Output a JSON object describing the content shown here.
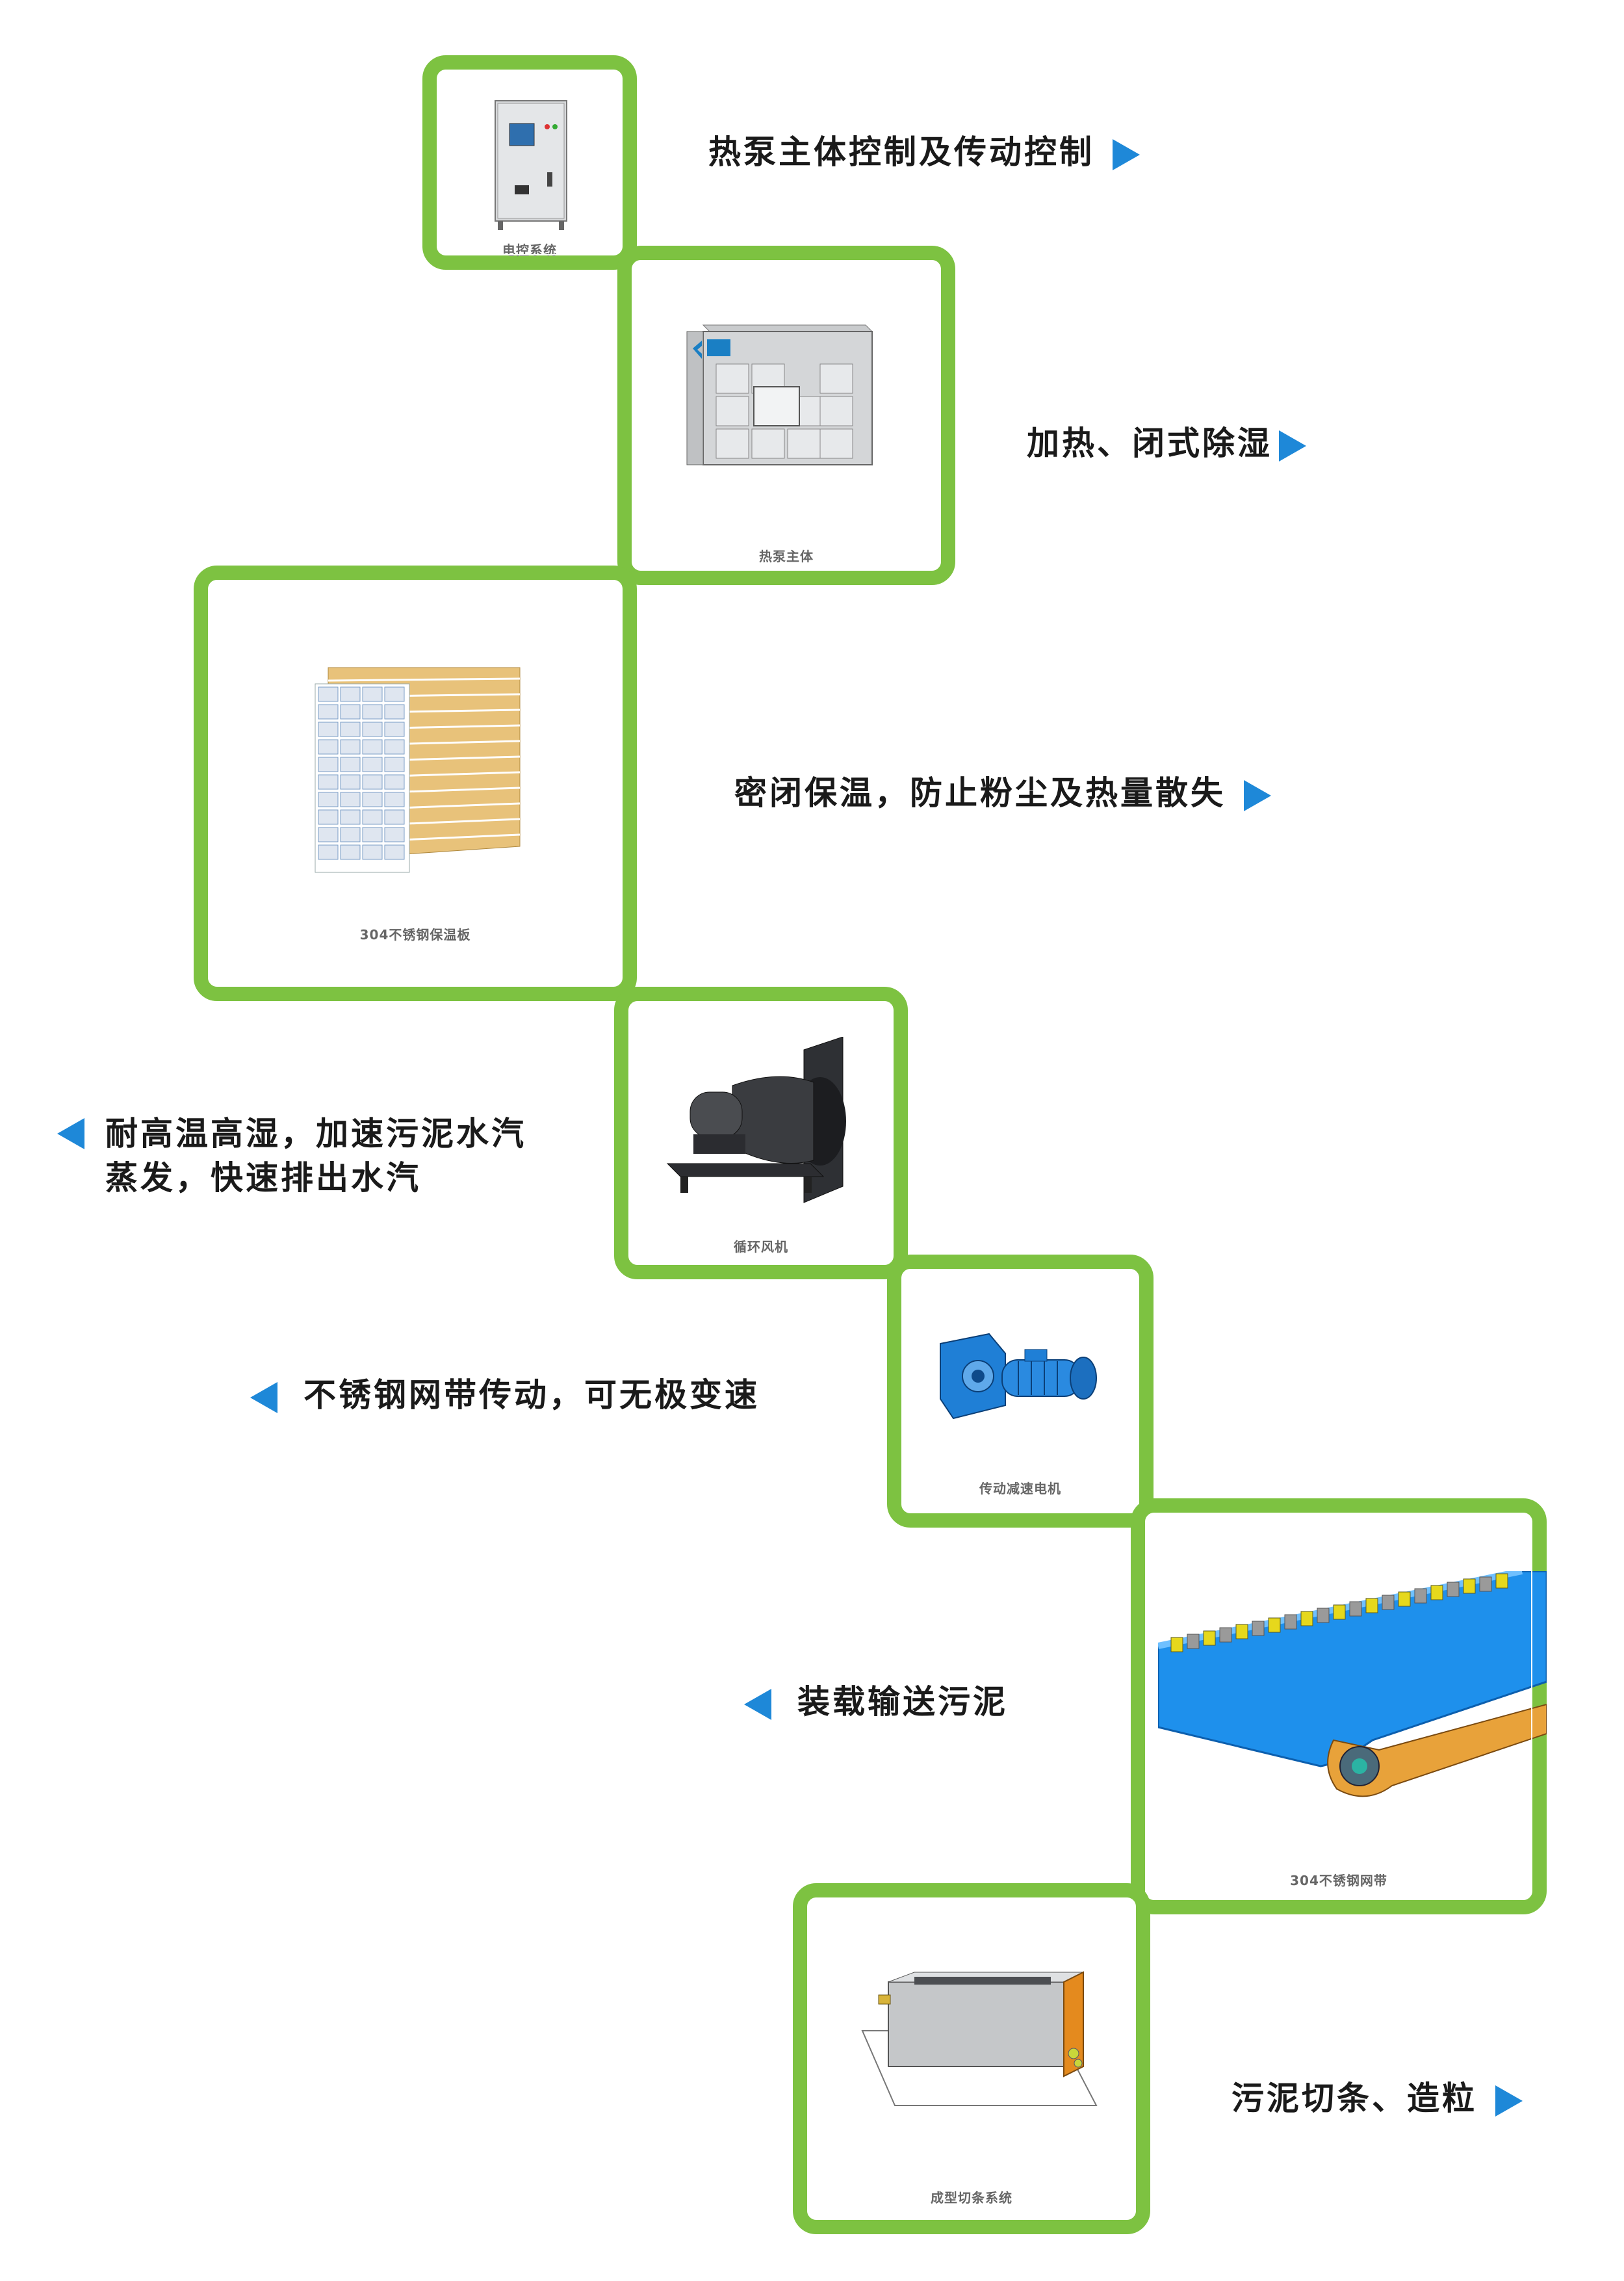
{
  "items": [
    {
      "caption": "电控系统",
      "description": "热泵主体控制及传动控制",
      "icon": "control-cabinet-icon"
    },
    {
      "caption": "热泵主体",
      "description": "加热、闭式除湿",
      "icon": "heat-pump-unit-icon"
    },
    {
      "caption": "304不锈钢保温板",
      "description": "密闭保温，防止粉尘及热量散失",
      "icon": "insulation-panel-icon"
    },
    {
      "caption": "循环风机",
      "description_lines": [
        "耐高温高湿，加速污泥水汽",
        "蒸发，快速排出水汽"
      ],
      "icon": "circulation-fan-icon"
    },
    {
      "caption": "传动减速电机",
      "description": "不锈钢网带传动，可无极变速",
      "icon": "gear-motor-icon"
    },
    {
      "caption": "304不锈钢网带",
      "description": "装载输送污泥",
      "icon": "mesh-belt-icon"
    },
    {
      "caption": "成型切条系统",
      "description": "污泥切条、造粒",
      "icon": "strip-cutter-icon"
    }
  ],
  "colors": {
    "frame": "#7dc241",
    "arrow": "#1e88d8"
  }
}
